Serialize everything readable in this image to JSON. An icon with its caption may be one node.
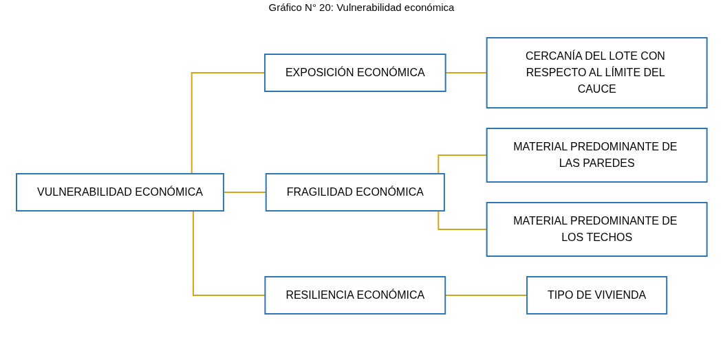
{
  "diagram": {
    "title": "Gráfico N° 20: Vulnerabilidad económica",
    "nodes": [
      {
        "text": [
          "VULNERABILIDAD ECONÓMICA"
        ]
      },
      {
        "text": [
          "EXPOSICIÓN ECONÓMICA"
        ]
      },
      {
        "text": [
          "FRAGILIDAD ECONÓMICA"
        ]
      },
      {
        "text": [
          "RESILIENCIA ECONÓMICA"
        ]
      },
      {
        "text": [
          "CERCANÍA DEL LOTE CON RESPECTO AL LÍMITE DEL CAUCE"
        ]
      },
      {
        "text": [
          "MATERIAL PREDOMINANTE DE LAS PAREDES"
        ]
      },
      {
        "text": [
          "MATERIAL PREDOMINANTE DE LOS TECHOS"
        ]
      },
      {
        "text": [
          "TIPO DE VIVIENDA"
        ]
      }
    ],
    "edges": [
      {
        "from": 0,
        "to": 1,
        "arrow": "none"
      },
      {
        "from": 0,
        "to": 2,
        "arrow": "none"
      },
      {
        "from": 0,
        "to": 3,
        "arrow": "none"
      },
      {
        "from": 1,
        "to": 4,
        "arrow": "none"
      },
      {
        "from": 2,
        "to": 5,
        "arrow": "none"
      },
      {
        "from": 2,
        "to": 6,
        "arrow": "none"
      },
      {
        "from": 3,
        "to": 7,
        "arrow": "none"
      }
    ]
  }
}
